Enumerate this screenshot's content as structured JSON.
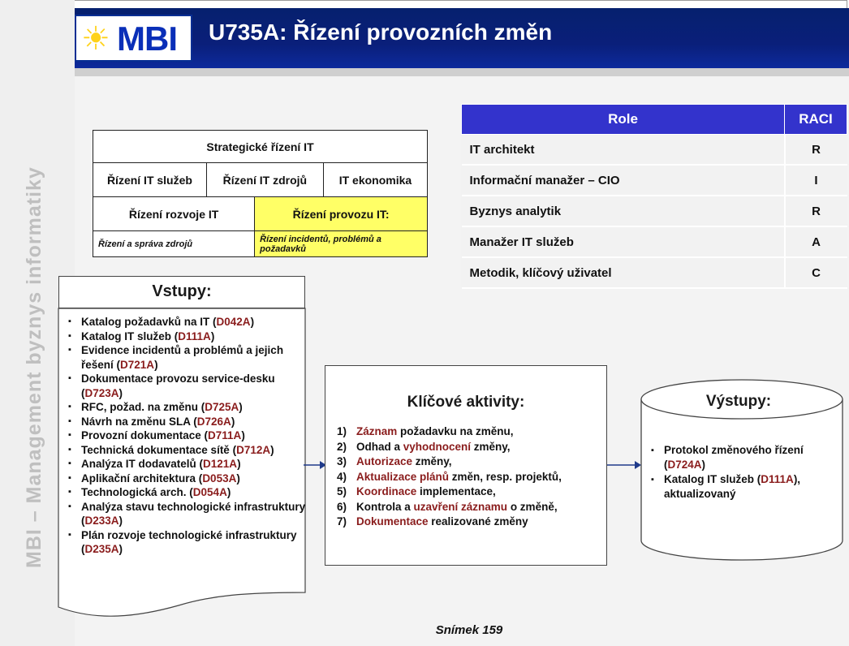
{
  "sidebar": {
    "text": "MBI – Management byznys informatiky"
  },
  "header": {
    "logo_text": "MBI",
    "logo_star": "☀",
    "title": "U735A: Řízení provozních změn"
  },
  "grid": {
    "top": "Strategické řízení IT",
    "c1": "Řízení IT služeb",
    "c2": "Řízení IT zdrojů",
    "c3": "IT ekonomika",
    "r1": "Řízení rozvoje IT",
    "r2": "Řízení provozu IT:",
    "s1": "Řízení a správa zdrojů",
    "s2": "Řízení incidentů, problémů a požadavků"
  },
  "raci": {
    "col_role": "Role",
    "col_raci": "RACI",
    "rows": [
      {
        "role": "IT architekt",
        "val": "R"
      },
      {
        "role": "Informační manažer – CIO",
        "val": "I"
      },
      {
        "role": "Byznys analytik",
        "val": "R"
      },
      {
        "role": "Manažer IT služeb",
        "val": "A"
      },
      {
        "role": "Metodik, klíčový uživatel",
        "val": "C"
      }
    ]
  },
  "inputs": {
    "title": "Vstupy:",
    "items": [
      {
        "text": "Katalog požadavků na IT (",
        "code": "D042A",
        "end": ")"
      },
      {
        "text": "Katalog IT služeb (",
        "code": "D111A",
        "end": ")"
      },
      {
        "text": "Evidence incidentů a problémů a jejich řešení (",
        "code": "D721A",
        "end": ")"
      },
      {
        "text": "Dokumentace provozu service-desku (",
        "code": "D723A",
        "end": ")"
      },
      {
        "text": "RFC, požad. na změnu (",
        "code": "D725A",
        "end": ")"
      },
      {
        "text": "Návrh na změnu SLA (",
        "code": "D726A",
        "end": ")"
      },
      {
        "text": "Provozní dokumentace (",
        "code": "D711A",
        "end": ")"
      },
      {
        "text": "Technická dokumentace sítě (",
        "code": "D712A",
        "end": ")"
      },
      {
        "text": "Analýza IT dodavatelů (",
        "code": "D121A",
        "end": ")"
      },
      {
        "text": "Aplikační architektura (",
        "code": "D053A",
        "end": ")"
      },
      {
        "text": "Technologická arch. (",
        "code": "D054A",
        "end": ")"
      },
      {
        "text": "Analýza stavu technologické infrastruktury (",
        "code": "D233A",
        "end": ")"
      },
      {
        "text": "Plán rozvoje technologické infrastruktury (",
        "code": "D235A",
        "end": ")"
      }
    ]
  },
  "activities": {
    "title": "Klíčové aktivity:",
    "items": [
      {
        "num": "1)",
        "hl": "Záznam",
        "rest": " požadavku na změnu,"
      },
      {
        "num": "2)",
        "pre": "Odhad a ",
        "hl": "vyhodnocení",
        "rest": " změny,"
      },
      {
        "num": "3)",
        "hl": "Autorizace",
        "rest": " změny,"
      },
      {
        "num": "4)",
        "hl": "Aktualizace plánů",
        "rest": " změn, resp. projektů,"
      },
      {
        "num": "5)",
        "hl": "Koordinace",
        "rest": " implementace,"
      },
      {
        "num": "6)",
        "pre": "Kontrola a ",
        "hl": "uzavření záznamu",
        "rest": " o změně,"
      },
      {
        "num": "7)",
        "hl": "Dokumentace",
        "rest": " realizované změny"
      }
    ]
  },
  "outputs": {
    "title": "Výstupy:",
    "items": [
      {
        "text": "Protokol změnového řízení (",
        "code": "D724A",
        "end": ")"
      },
      {
        "text": "Katalog IT služeb (",
        "code": "D111A",
        "end": "), aktualizovaný"
      }
    ]
  },
  "footer": {
    "slide": "Snímek  159"
  },
  "colors": {
    "header": "#0a1f7a",
    "table_head": "#3333cc",
    "highlight": "#ffff66",
    "code": "#8a1c1c",
    "logo_star": "#ffd21a"
  }
}
